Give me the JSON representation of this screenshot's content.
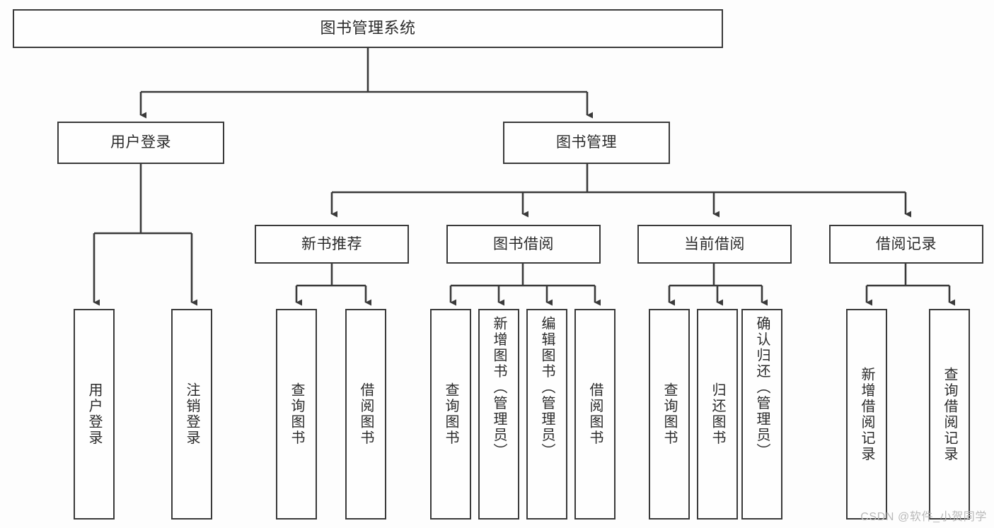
{
  "diagram": {
    "type": "tree",
    "title": "图书管理系统",
    "watermark": "CSDN @软件_小贺同学",
    "colors": {
      "background": "#fdfdfd",
      "box_fill": "#fefefe",
      "line": "#3a3a3a",
      "text": "#2b2b2b",
      "watermark": "#b9b9b9"
    },
    "nodes": {
      "root": {
        "label": "图书管理系统"
      },
      "level2": [
        {
          "label": "用户登录"
        },
        {
          "label": "图书管理"
        }
      ],
      "level3": [
        {
          "label": "新书推荐"
        },
        {
          "label": "图书借阅"
        },
        {
          "label": "当前借阅"
        },
        {
          "label": "借阅记录"
        }
      ],
      "leaves": {
        "user_login": [
          {
            "label": "用户登录"
          },
          {
            "label": "注销登录"
          }
        ],
        "new_book": [
          {
            "label": "查询图书"
          },
          {
            "label": "借阅图书"
          }
        ],
        "book_borrow": [
          {
            "label": "查询图书"
          },
          {
            "label": "新增图书（管理员）"
          },
          {
            "label": "编辑图书（管理员）"
          },
          {
            "label": "借阅图书"
          }
        ],
        "current_borrow": [
          {
            "label": "查询图书"
          },
          {
            "label": "归还图书"
          },
          {
            "label": "确认归还（管理员）"
          }
        ],
        "borrow_record": [
          {
            "label": "新增借阅记录"
          },
          {
            "label": "查询借阅记录"
          }
        ]
      }
    }
  }
}
